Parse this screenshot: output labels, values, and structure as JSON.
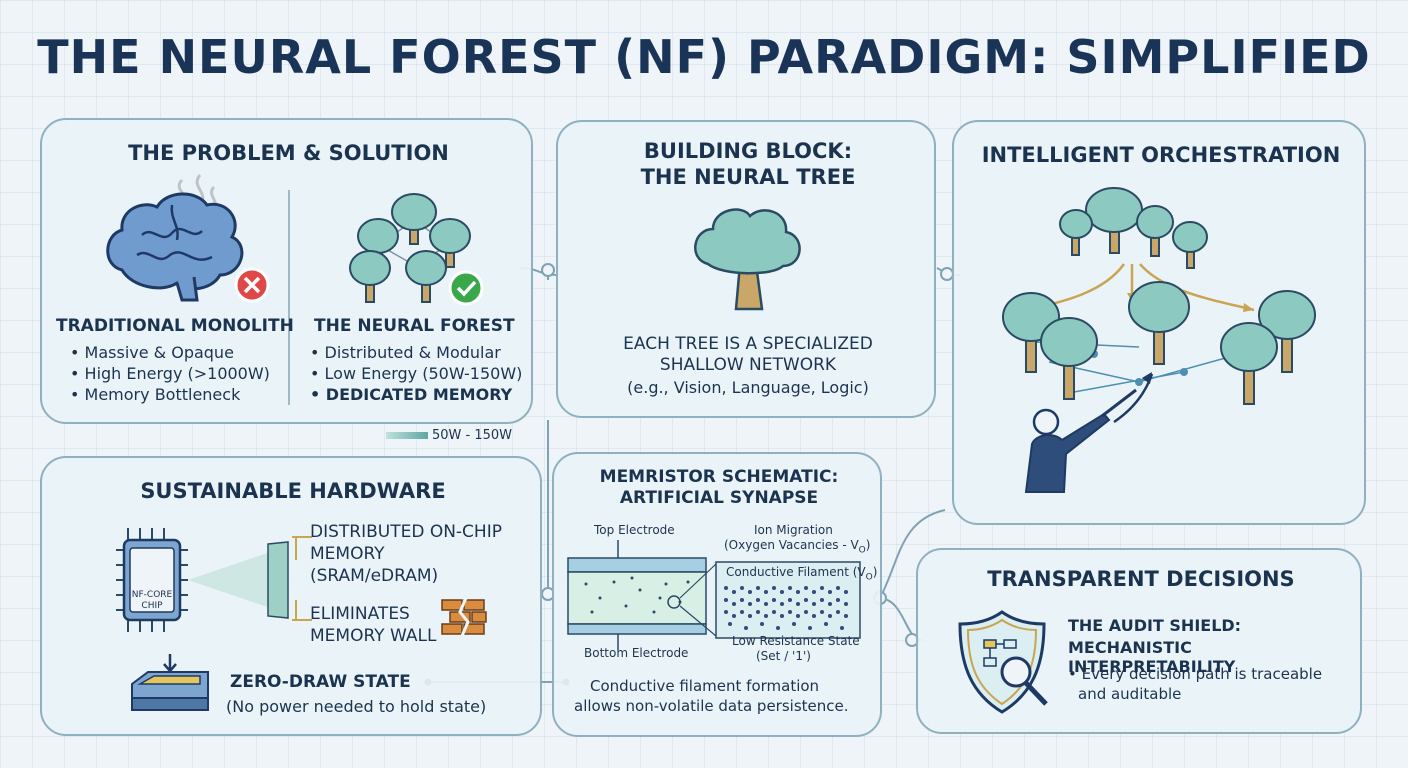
{
  "title": "THE NEURAL FOREST (NF) PARADIGM: SIMPLIFIED",
  "problem": {
    "heading": "THE PROBLEM & SOLUTION",
    "left_title": "TRADITIONAL MONOLITH",
    "left_items": [
      "Massive & Opaque",
      "High Energy (>1000W)",
      "Memory Bottleneck"
    ],
    "right_title": "THE NEURAL FOREST",
    "right_items": [
      "Distributed & Modular",
      "Low Energy (50W-150W)",
      "DEDICATED MEMORY"
    ],
    "legend": "50W - 150W"
  },
  "building": {
    "heading_line1": "BUILDING BLOCK:",
    "heading_line2": "THE NEURAL TREE",
    "desc_line1": "EACH TREE IS A SPECIALIZED",
    "desc_line2": "SHALLOW NETWORK",
    "desc_line3": "(e.g., Vision, Language, Logic)"
  },
  "orchestration": {
    "heading": "INTELLIGENT ORCHESTRATION"
  },
  "hardware": {
    "heading": "SUSTAINABLE HARDWARE",
    "chip_label_1": "NF-CORE",
    "chip_label_2": "CHIP",
    "item1_line1": "DISTRIBUTED ON-CHIP",
    "item1_line2": "MEMORY",
    "item1_line3": "(SRAM/eDRAM)",
    "item2_line1": "ELIMINATES",
    "item2_line2": "MEMORY WALL",
    "zero_title": "ZERO-DRAW STATE",
    "zero_desc": "(No power needed to hold state)"
  },
  "memristor": {
    "heading_line1": "MEMRISTOR SCHEMATIC:",
    "heading_line2": "ARTIFICIAL SYNAPSE",
    "top_electrode": "Top Electrode",
    "bottom_electrode": "Bottom Electrode",
    "ion_line1": "Ion Migration",
    "ion_line2": "(Oxygen Vacancies - V",
    "ion_sub": "O",
    "filament": "Conductive Filament (V",
    "filament_sub": "O",
    "lrs_line1": "Low Resistance State",
    "lrs_line2": "(Set / '1')",
    "footer_line1": "Conductive filament formation",
    "footer_line2": "allows non-volatile data persistence."
  },
  "transparent": {
    "heading": "TRANSPARENT DECISIONS",
    "sub_line1": "THE AUDIT SHIELD:",
    "sub_line2": "MECHANISTIC INTERPRETABILITY",
    "item_line1": "Every decision path is traceable",
    "item_line2": "and auditable"
  },
  "colors": {
    "title": "#1a3458",
    "panel_border": "#8fb1bf",
    "tree_foliage": "#8cc9c0",
    "tree_trunk": "#c9a769",
    "success": "#3aa84a",
    "error": "#e04848",
    "brick": "#d98c3e"
  }
}
